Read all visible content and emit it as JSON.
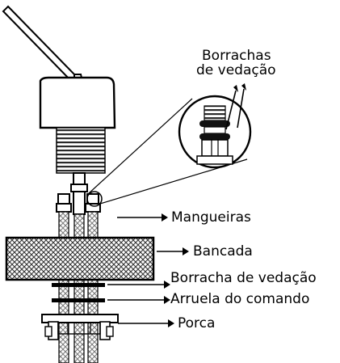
{
  "labels": {
    "seal_callout": [
      "Borrachas",
      "de vedação"
    ],
    "hoses": "Mangueiras",
    "counter": "Bancada",
    "seal": "Borracha de vedação",
    "washer": "Arruela do comando",
    "nut": "Porca"
  }
}
